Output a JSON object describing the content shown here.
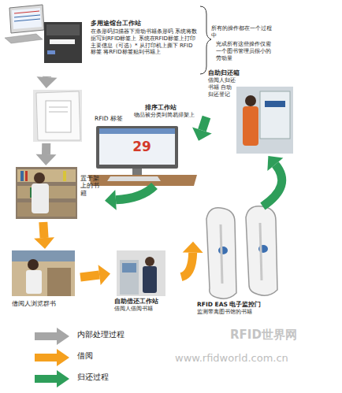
{
  "diagram": {
    "nodes": [
      {
        "text": [
          "多用途馆台工作站",
          "在条形码扫描器下滑动书籍条形码 系统将数据写到RFID标签上 系统在RFID标签上打印主要信息（可选）* 从打印机上撕下 RFID 标签 将RFID标签贴到书籍上"
        ]
      },
      {
        "text": [
          "RFID 标签"
        ]
      },
      {
        "text": [
          "置于架上的书籍"
        ]
      },
      {
        "text": [
          "借阅人浏览群书"
        ]
      },
      {
        "text": [
          "自助借还工作站",
          "借阅人借阅书籍"
        ]
      },
      {
        "text": [
          "RFID EAS 电子监控门",
          "监测带离图书馆的书籍"
        ]
      },
      {
        "text": [
          "自助归还箱",
          "借阅人归还书籍 自动归还登记"
        ]
      },
      {
        "text": [
          "排序工作站",
          "物品被分类到简易排架上"
        ]
      }
    ],
    "edges": [
      {
        "from": 0,
        "to": 1,
        "arrow": "to"
      },
      {
        "from": 1,
        "to": 2,
        "arrow": "to"
      },
      {
        "from": 2,
        "to": 3,
        "arrow": "to"
      },
      {
        "from": 3,
        "to": 4,
        "arrow": "to"
      },
      {
        "from": 4,
        "to": 5,
        "arrow": "to"
      },
      {
        "from": 5,
        "to": 6,
        "arrow": "to"
      },
      {
        "from": 6,
        "to": 7,
        "arrow": "to"
      },
      {
        "from": 7,
        "to": 2,
        "arrow": "to"
      }
    ],
    "labels": [
      "所有的操作都在一个过程中",
      "完成所有这些操作仅需一个图书管理员很小的劳动量",
      "29",
      "RFID世界网",
      "www.rfidworld.com.cn"
    ],
    "legend": [
      {
        "text": "内部处理过程",
        "color": "#a6a6a6"
      },
      {
        "text": "借阅",
        "color": "#f5a01e"
      },
      {
        "text": "归还过程",
        "color": "#2e9e5a"
      }
    ]
  }
}
